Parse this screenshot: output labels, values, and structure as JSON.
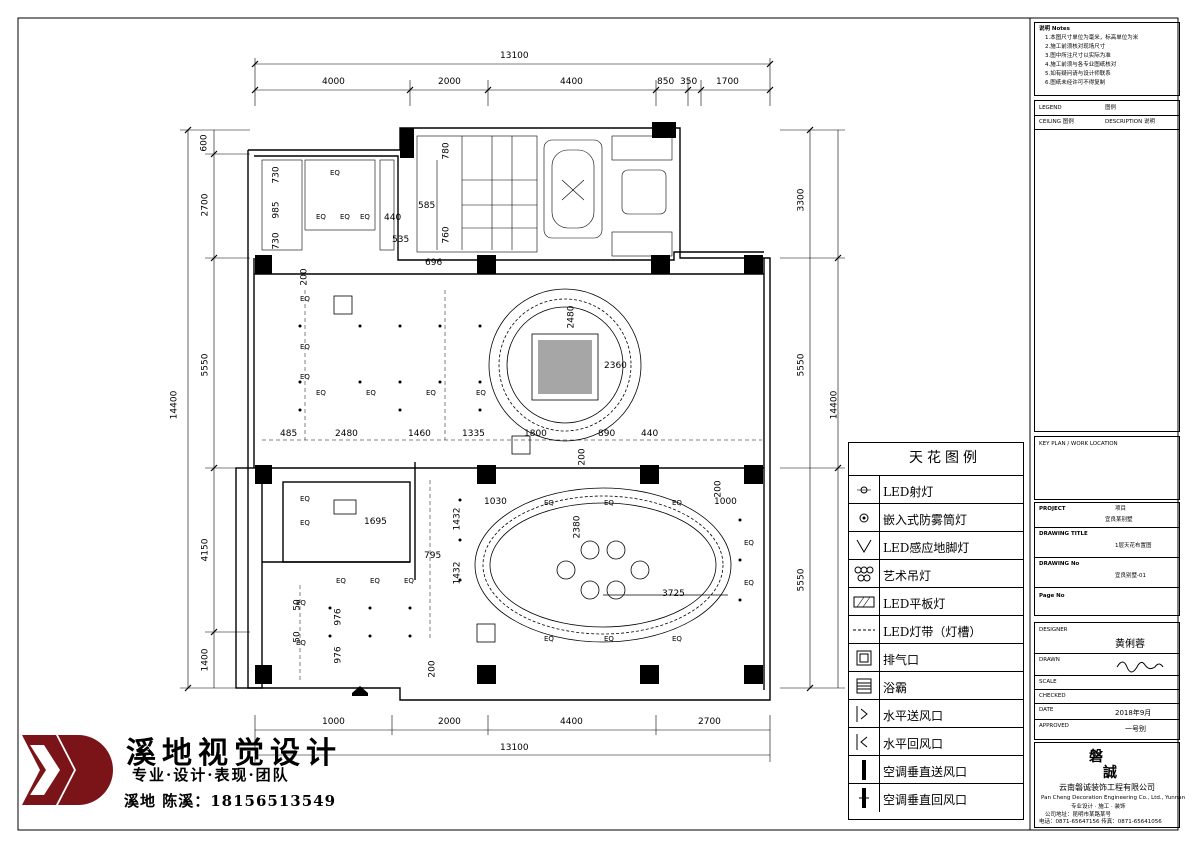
{
  "dims": {
    "top_total": "13100",
    "top": [
      "4000",
      "2000",
      "4400",
      "850",
      "350",
      "1700"
    ],
    "bottom_total": "13100",
    "bottom": [
      "1000",
      "2000",
      "4400",
      "2700"
    ],
    "left_total": "14400",
    "left": [
      "600",
      "2700",
      "5550",
      "4150",
      "1400"
    ],
    "right_total": "14400",
    "right": [
      "3300",
      "5550",
      "5550"
    ],
    "interior": [
      "485",
      "2480",
      "1460",
      "1335",
      "1800",
      "890",
      "440",
      "1030",
      "1000",
      "1432",
      "1432",
      "795",
      "1695",
      "2380",
      "3725",
      "2360",
      "2480",
      "730",
      "985",
      "730",
      "440",
      "585",
      "780",
      "760",
      "696",
      "200",
      "200",
      "200",
      "200",
      "976",
      "976",
      "50",
      "50",
      "535"
    ],
    "fixture_codes": [
      "EQ",
      "EQ",
      "EQ",
      "EQ",
      "EQ",
      "EQ",
      "EQ",
      "EQ",
      "EQ",
      "EQ",
      "EQ",
      "EQ",
      "EQ",
      "EQ",
      "EQ",
      "EQ",
      "EQ",
      "EQ",
      "EQ",
      "EQ",
      "EQ",
      "EQ",
      "EQ",
      "EQ",
      "EQ",
      "EQ"
    ]
  },
  "legend": {
    "title": "天花图例",
    "items": [
      {
        "icon": "spotlight-icon",
        "label": "LED射灯"
      },
      {
        "icon": "fog-downlight-icon",
        "label": "嵌入式防雾筒灯"
      },
      {
        "icon": "floor-light-icon",
        "label": "LED感应地脚灯"
      },
      {
        "icon": "chandelier-icon",
        "label": "艺术吊灯"
      },
      {
        "icon": "panel-light-icon",
        "label": "LED平板灯"
      },
      {
        "icon": "light-strip-icon",
        "label": "LED灯带（灯槽）"
      },
      {
        "icon": "exhaust-icon",
        "label": "排气口"
      },
      {
        "icon": "bath-heater-icon",
        "label": "浴霸"
      },
      {
        "icon": "supply-air-icon",
        "label": "水平送风口"
      },
      {
        "icon": "return-air-icon",
        "label": "水平回风口"
      },
      {
        "icon": "vertical-supply-icon",
        "label": "空调垂直送风口"
      },
      {
        "icon": "vertical-return-icon",
        "label": "空调垂直回风口"
      }
    ]
  },
  "title_block": {
    "notes_title": "说明 Notes",
    "notes": [
      "1.本图尺寸单位为毫米，标高单位为米",
      "2.施工前须核对现场尺寸",
      "3.图中所注尺寸以实际为准",
      "4.施工前须与各专业图纸核对",
      "5.如有疑问请与设计师联系",
      "6.图纸未经许可不得复制"
    ],
    "legend_label": "LEGEND",
    "legend_cn": "图例",
    "ceiling_label": "CEILING 图例",
    "description_label": "DESCRIPTION 说明",
    "keyplan_label": "KEY PLAN / WORK LOCATION",
    "project_label": "PROJECT",
    "project_cn": "项目",
    "project_value": "宜良某别墅",
    "drawing_title_label": "DRAWING TITLE",
    "drawing_title_value": "1层天花布置图",
    "drawing_no_label": "DRAWING No",
    "drawing_no_value": "宜良别墅-01",
    "page_no_label": "Page No",
    "designer_label": "DESIGNER",
    "designer_name": "黄俐蓉",
    "drawn_label": "DRAWN",
    "scale_label": "SCALE",
    "checked_label": "CHECKED",
    "date_label": "DATE",
    "date_value": "2018年9月",
    "approved_label": "APPROVED",
    "approved_value": "一号别",
    "company_cn": "云南磐诚装饰工程有限公司",
    "company_en": "Pan Cheng Decoration Engineering Co., Ltd., Yunnan",
    "company_sub": "专业设计 · 施工 · 装饰",
    "company_addr": "公司地址：昆明市某路某号",
    "company_tel": "电话：0871-65647156  传真：0871-65641056"
  },
  "brand": {
    "name": "溪地视觉设计",
    "slogan": "专业·设计·表现·团队",
    "contact": "溪地 陈溪：18156513549"
  },
  "colors": {
    "ink": "#000000",
    "brand_red": "#7a1418",
    "paper": "#ffffff"
  }
}
